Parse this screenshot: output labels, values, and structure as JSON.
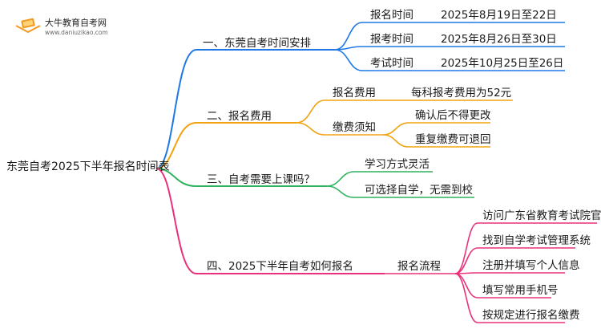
{
  "logo": {
    "title": "大牛教育自考网",
    "subtitle": "www.daniuzikao.com"
  },
  "root": "东莞自考2025下半年报名时间表",
  "branches": [
    {
      "label": "一、东莞自考时间安排",
      "color": "#1f78e6",
      "children": [
        {
          "label": "报名时间",
          "value": "2025年8月19日至22日"
        },
        {
          "label": "报考时间",
          "value": "2025年8月26日至30日"
        },
        {
          "label": "考试时间",
          "value": "2025年10月25日至26日"
        }
      ]
    },
    {
      "label": "二、报名费用",
      "color": "#f0a30f",
      "children": [
        {
          "label": "报名费用",
          "values": [
            "每科报考费用为52元"
          ]
        },
        {
          "label": "缴费须知",
          "values": [
            "确认后不得更改",
            "重复缴费可退回"
          ]
        }
      ]
    },
    {
      "label": "三、自考需要上课吗？",
      "color": "#2db35d",
      "children": [
        {
          "label": "学习方式灵活"
        },
        {
          "label": "可选择自学，无需到校"
        }
      ]
    },
    {
      "label": "四、2025下半年自考如何报名",
      "color": "#e8317a",
      "children": [
        {
          "label": "报名流程",
          "values": [
            "访问广东省教育考试院官网",
            "找到自学考试管理系统",
            "注册并填写个人信息",
            "填写常用手机号",
            "按规定进行报名缴费"
          ]
        }
      ]
    }
  ]
}
